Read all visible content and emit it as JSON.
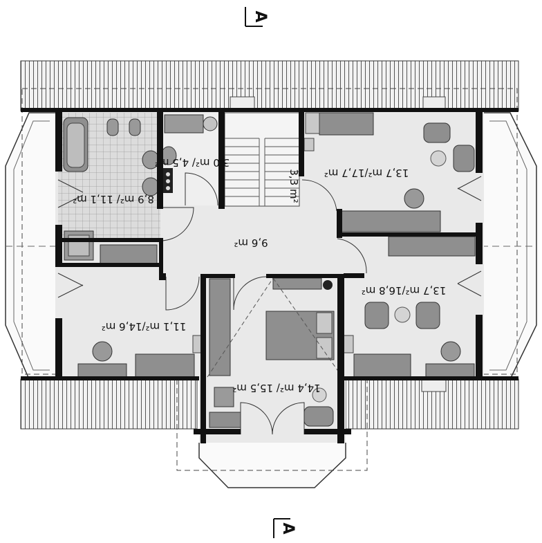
{
  "section_marker": {
    "label": "A"
  },
  "rooms": [
    {
      "id": "bathroom",
      "text": "8,9 m²/ 11,1 m²"
    },
    {
      "id": "wc",
      "text": "3,0 m²/ 4,5 m²"
    },
    {
      "id": "stairs",
      "text": "3,3 m²"
    },
    {
      "id": "bedroom-ne",
      "text": "13,7 m²/17,7 m²"
    },
    {
      "id": "hall",
      "text": "9,6 m²"
    },
    {
      "id": "bedroom-w",
      "text": "11,1 m²/14,6 m²"
    },
    {
      "id": "bedroom-e",
      "text": "13,7 m²/16,8 m²"
    },
    {
      "id": "bedroom-s",
      "text": "14,4 m²/ 15,5 m²"
    }
  ],
  "colors": {
    "wall": "#111111",
    "floor": "#e9e9e9",
    "furniture": "#8f8f8f",
    "tile": "#b9b9b9"
  }
}
